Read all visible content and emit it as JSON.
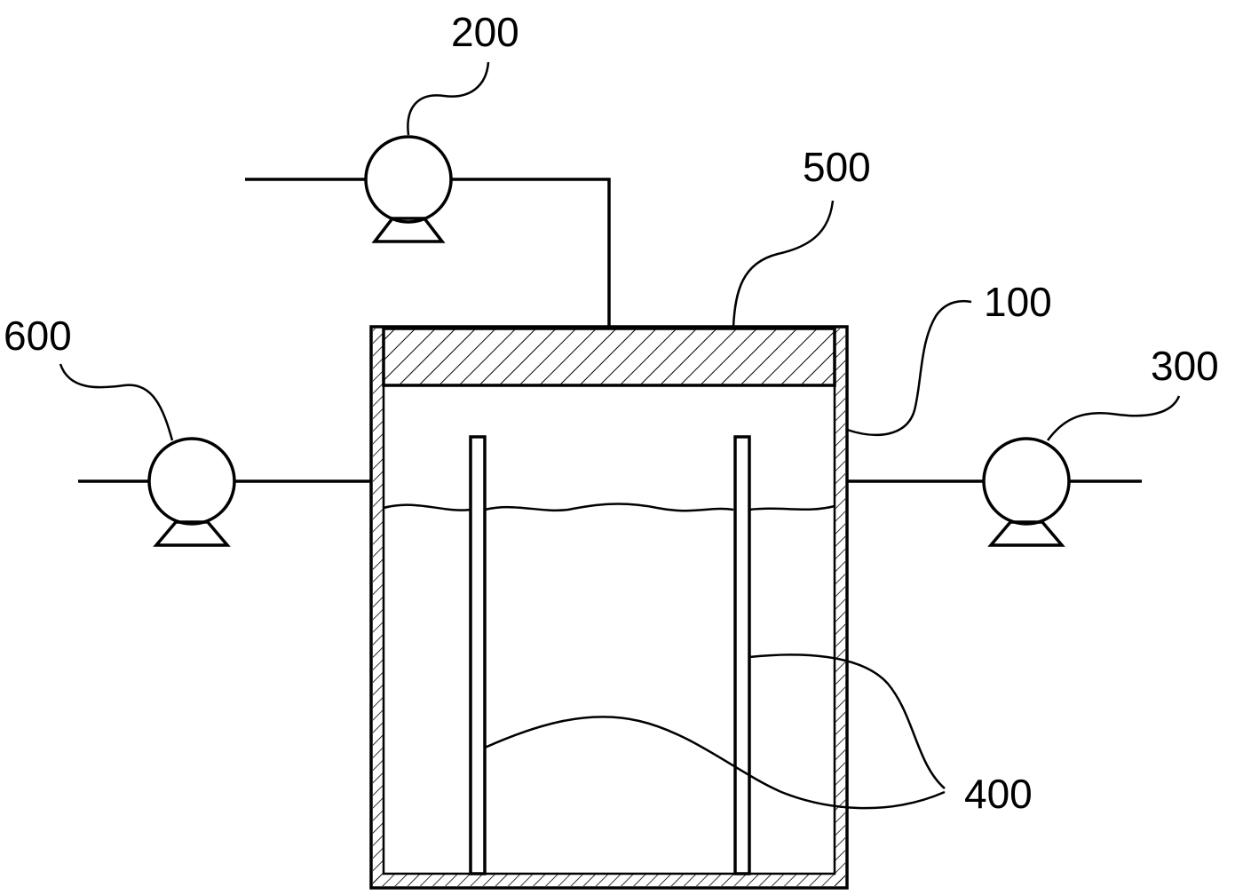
{
  "labels": {
    "pump_top": "200",
    "cover": "500",
    "tank": "100",
    "pump_left": "600",
    "pump_right": "300",
    "electrodes": "400"
  },
  "colors": {
    "stroke": "#000000",
    "background": "#ffffff"
  }
}
